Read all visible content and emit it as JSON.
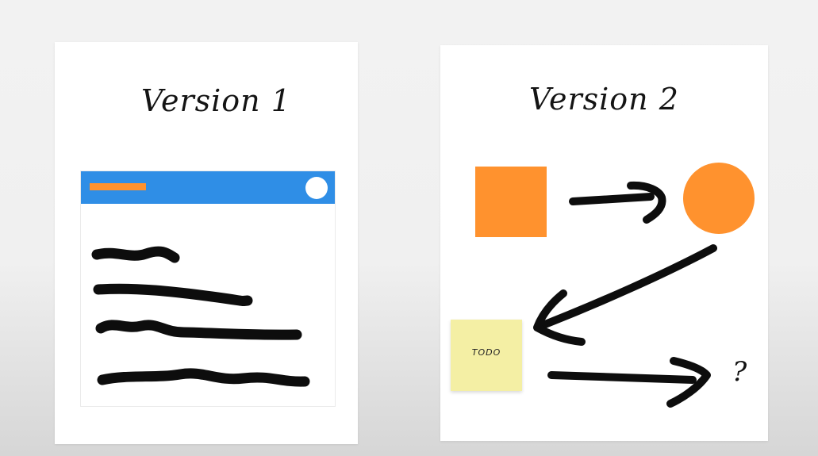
{
  "colors": {
    "background": "#f0f0f0",
    "card": "#ffffff",
    "header_blue": "#2f8ee6",
    "accent_orange": "#ff922e",
    "sticky_yellow": "#f4efa4",
    "ink": "#0d0d0d"
  },
  "version1": {
    "title": "Version 1",
    "icons": {
      "window": "browser-window-icon",
      "profile": "profile-dot-icon"
    }
  },
  "version2": {
    "title": "Version 2",
    "sticky_note_text": "TODO",
    "question_mark": "?",
    "icons": {
      "square": "orange-square-icon",
      "circle": "orange-circle-icon",
      "arrow": "hand-drawn-arrow-icon"
    }
  }
}
